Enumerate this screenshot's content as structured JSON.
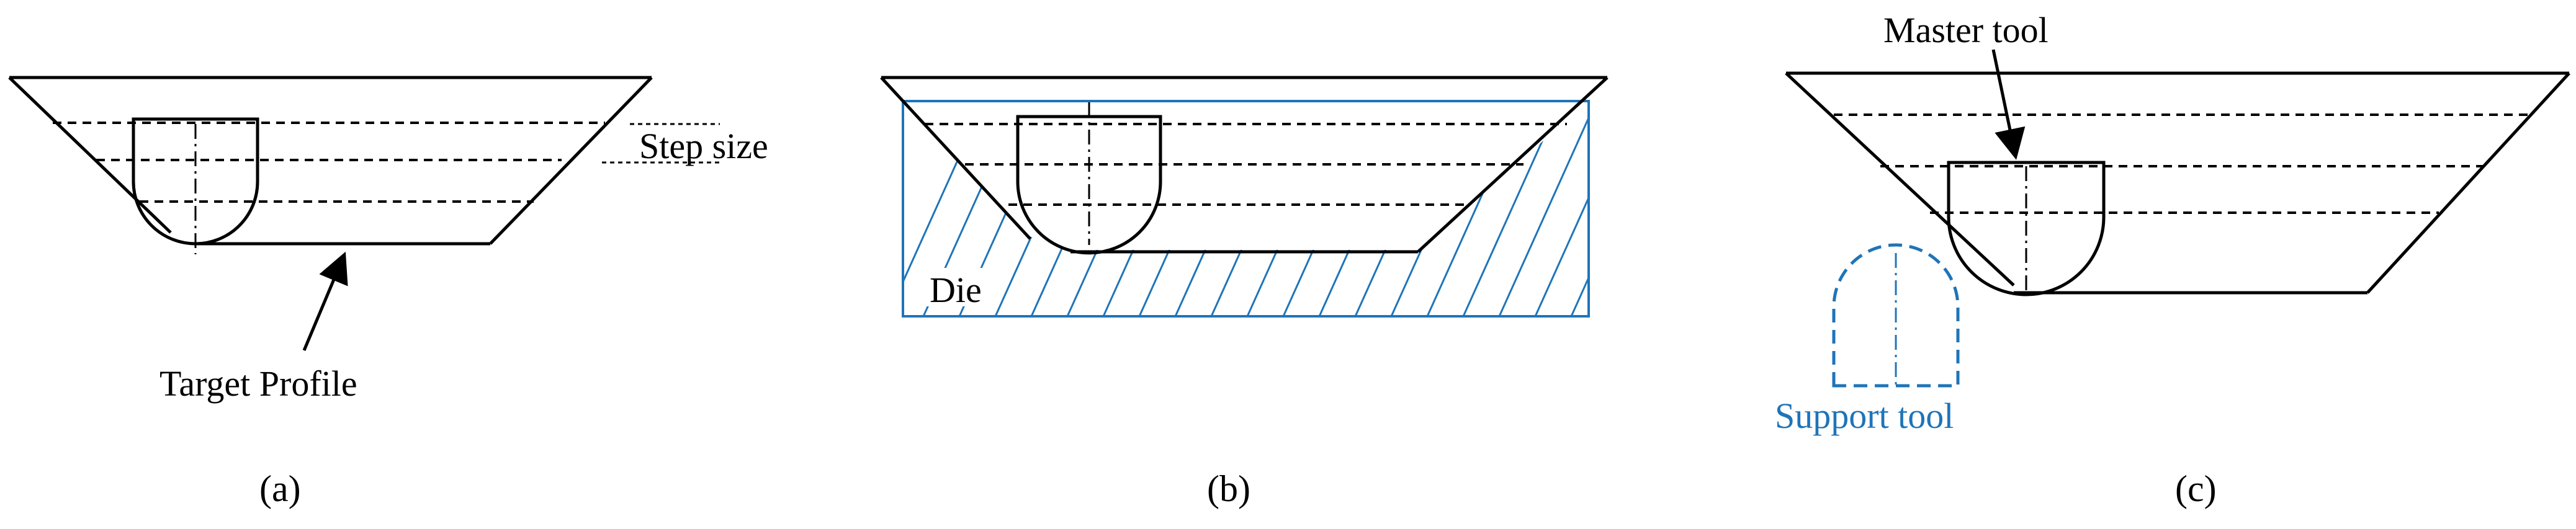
{
  "colors": {
    "line": "#000000",
    "blue": "#1f74b8"
  },
  "panel_a": {
    "caption": "(a)",
    "step_label": "Step size",
    "target_label": "Target Profile"
  },
  "panel_b": {
    "caption": "(b)",
    "die_label": "Die"
  },
  "panel_c": {
    "caption": "(c)",
    "master_label": "Master tool",
    "support_label": "Support tool"
  }
}
